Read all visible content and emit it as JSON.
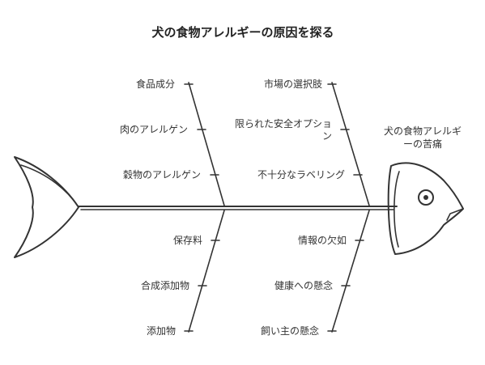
{
  "title": "犬の食物アレルギーの原因を探る",
  "effect": {
    "line1": "犬の食物アレルギ",
    "line2": "ーの苦痛"
  },
  "causes": {
    "upper_left": [
      "食品成分",
      "肉のアレルゲン",
      "穀物のアレルゲン"
    ],
    "upper_right": {
      "item1": "市場の選択肢",
      "item2_line1": "限られた安全オプショ",
      "item2_line2": "ン",
      "item3": "不十分なラベリング"
    },
    "lower_left": [
      "保存料",
      "合成添加物",
      "添加物"
    ],
    "lower_right": [
      "情報の欠如",
      "健康への懸念",
      "飼い主の懸念"
    ]
  }
}
